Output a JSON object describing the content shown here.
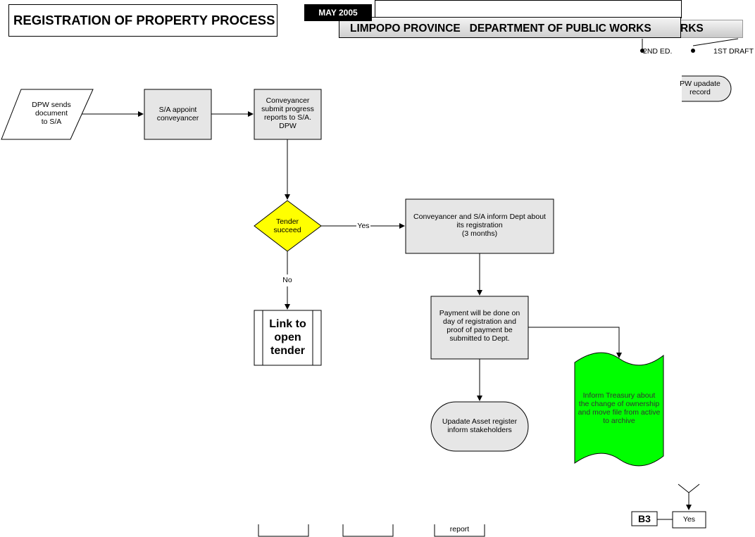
{
  "title": "REGISTRATION OF PROPERTY PROCESS",
  "date": "MAY 2005",
  "department": "LIMPOPO PROVINCE   DEPARTMENT OF PUBLIC WORKS",
  "department_tail": "RKS",
  "editions": {
    "second": "2ND ED.",
    "first": "1ST DRAFT"
  },
  "nodes": {
    "dpw_sends": [
      "DPW sends",
      "document",
      "to S/A"
    ],
    "sa_appoint": [
      "S/A appoint",
      "conveyancer"
    ],
    "conveyancer_submit": [
      "Conveyancer",
      "submit progress",
      "reports to S/A.",
      "DPW"
    ],
    "tender_succeed": [
      "Tender",
      "succeed"
    ],
    "link_open_tender": [
      "Link to",
      "open",
      "tender"
    ],
    "inform_dept": [
      "Conveyancer and S/A inform Dept about",
      "its registration",
      "(3 months)"
    ],
    "payment": [
      "Payment will be done on",
      "day of registration and",
      "proof of payment be",
      "submitted to Dept."
    ],
    "update_asset": [
      "Upadate Asset register",
      "inform stakeholders"
    ],
    "inform_treasury": [
      "Inform Treasury about",
      "the change of ownership",
      "and move file from active",
      "to archive"
    ],
    "dpw_update_record": [
      "PW upadate",
      "record"
    ],
    "b3": "B3",
    "yes_box": "Yes",
    "bottom_report": "report"
  },
  "edge_labels": {
    "yes": "Yes",
    "no": "No"
  },
  "colors": {
    "process_fill": "#e6e6e6",
    "decision_fill": "#ffff00",
    "document_fill": "#00ff00",
    "text_on_green": "#333333"
  }
}
